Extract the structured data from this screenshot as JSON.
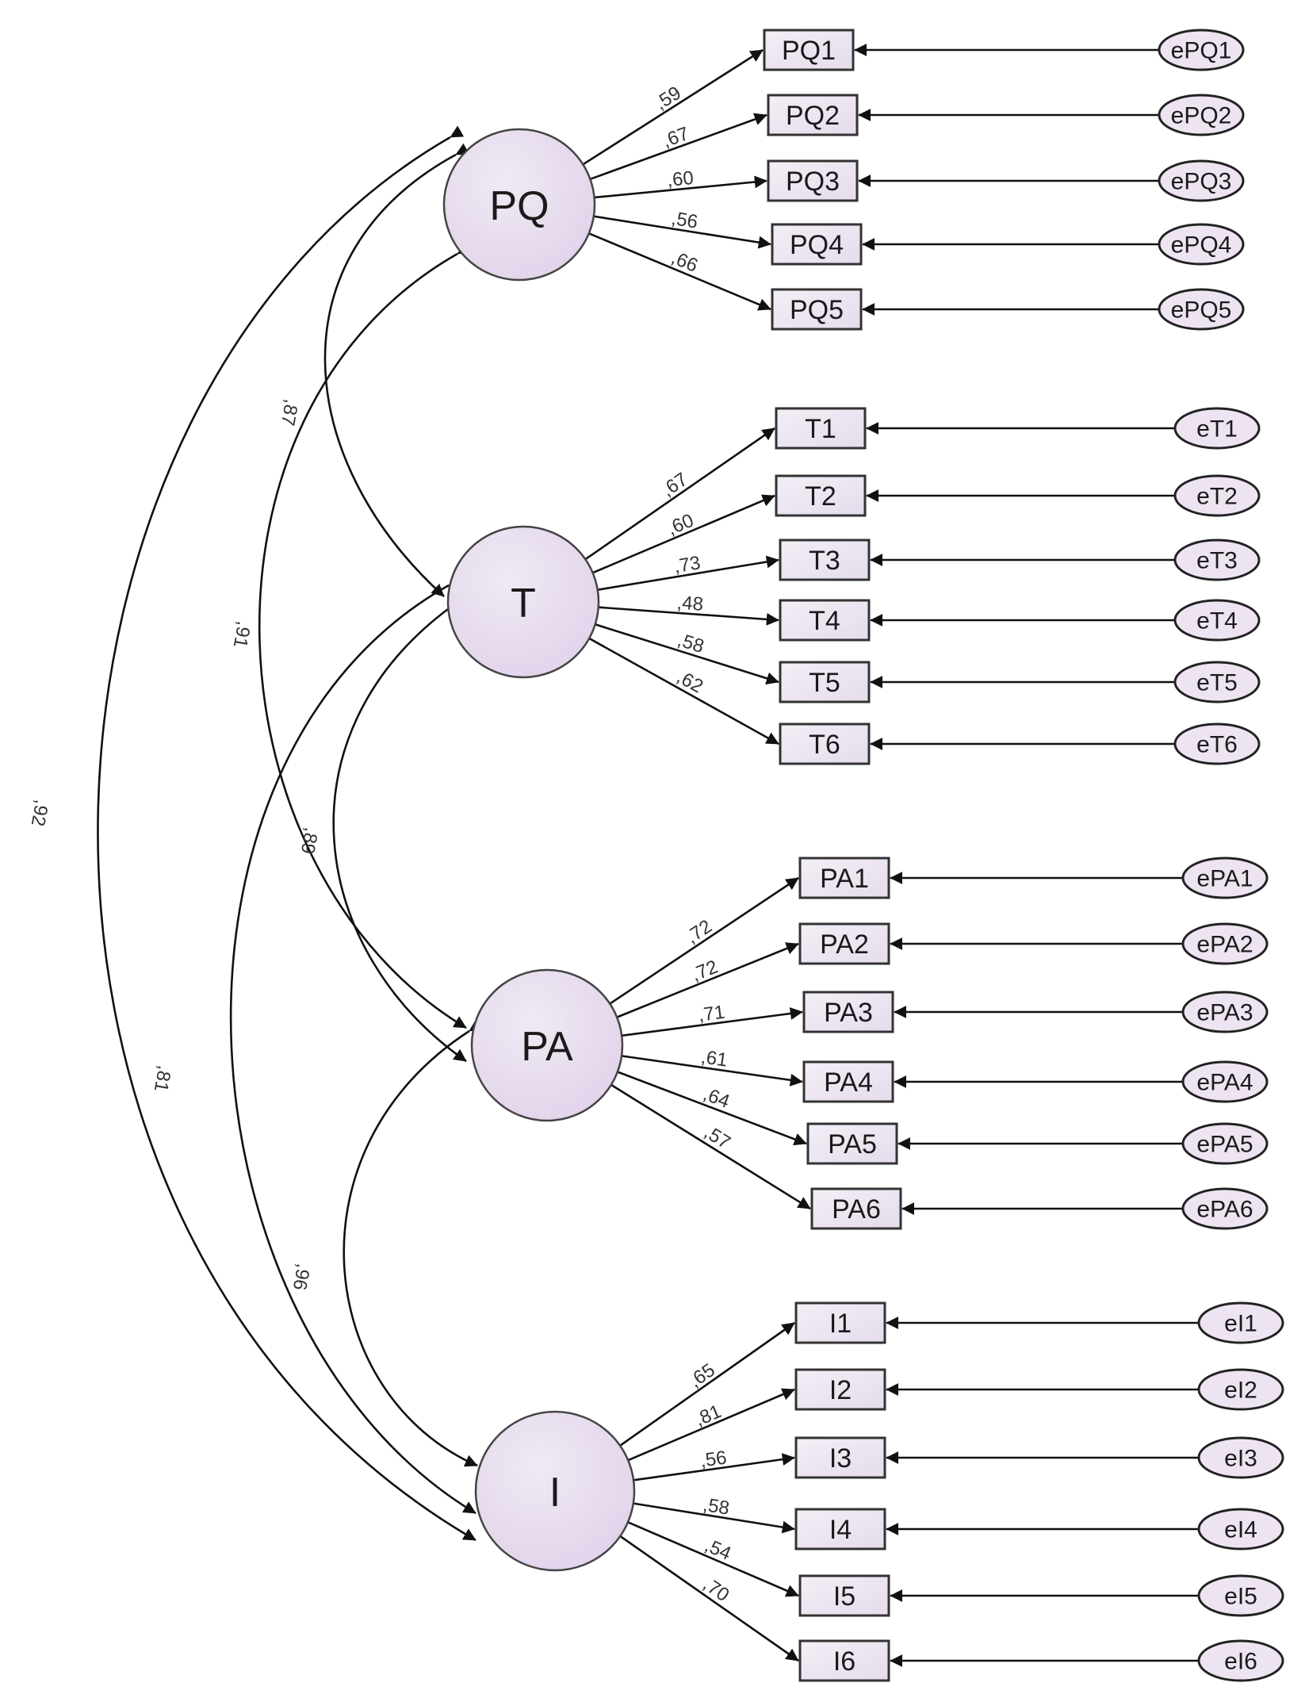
{
  "latents": [
    {
      "id": "PQ",
      "label": "PQ"
    },
    {
      "id": "T",
      "label": "T"
    },
    {
      "id": "PA",
      "label": "PA"
    },
    {
      "id": "I",
      "label": "I"
    }
  ],
  "indicators": [
    {
      "id": "PQ1",
      "label": "PQ1",
      "latent": "PQ",
      "loading": ",59",
      "error": "ePQ1"
    },
    {
      "id": "PQ2",
      "label": "PQ2",
      "latent": "PQ",
      "loading": ",67",
      "error": "ePQ2"
    },
    {
      "id": "PQ3",
      "label": "PQ3",
      "latent": "PQ",
      "loading": ",60",
      "error": "ePQ3"
    },
    {
      "id": "PQ4",
      "label": "PQ4",
      "latent": "PQ",
      "loading": ",56",
      "error": "ePQ4"
    },
    {
      "id": "PQ5",
      "label": "PQ5",
      "latent": "PQ",
      "loading": ",66",
      "error": "ePQ5"
    },
    {
      "id": "T1",
      "label": "T1",
      "latent": "T",
      "loading": ",67",
      "error": "eT1"
    },
    {
      "id": "T2",
      "label": "T2",
      "latent": "T",
      "loading": ",60",
      "error": "eT2"
    },
    {
      "id": "T3",
      "label": "T3",
      "latent": "T",
      "loading": ",73",
      "error": "eT3"
    },
    {
      "id": "T4",
      "label": "T4",
      "latent": "T",
      "loading": ",48",
      "error": "eT4"
    },
    {
      "id": "T5",
      "label": "T5",
      "latent": "T",
      "loading": ",58",
      "error": "eT5"
    },
    {
      "id": "T6",
      "label": "T6",
      "latent": "T",
      "loading": ",62",
      "error": "eT6"
    },
    {
      "id": "PA1",
      "label": "PA1",
      "latent": "PA",
      "loading": ",72",
      "error": "ePA1"
    },
    {
      "id": "PA2",
      "label": "PA2",
      "latent": "PA",
      "loading": ",72",
      "error": "ePA2"
    },
    {
      "id": "PA3",
      "label": "PA3",
      "latent": "PA",
      "loading": ",71",
      "error": "ePA3"
    },
    {
      "id": "PA4",
      "label": "PA4",
      "latent": "PA",
      "loading": ",61",
      "error": "ePA4"
    },
    {
      "id": "PA5",
      "label": "PA5",
      "latent": "PA",
      "loading": ",64",
      "error": "ePA5"
    },
    {
      "id": "PA6",
      "label": "PA6",
      "latent": "PA",
      "loading": ",57",
      "error": "ePA6"
    },
    {
      "id": "I1",
      "label": "I1",
      "latent": "I",
      "loading": ",65",
      "error": "eI1"
    },
    {
      "id": "I2",
      "label": "I2",
      "latent": "I",
      "loading": ",81",
      "error": "eI2"
    },
    {
      "id": "I3",
      "label": "I3",
      "latent": "I",
      "loading": ",56",
      "error": "eI3"
    },
    {
      "id": "I4",
      "label": "I4",
      "latent": "I",
      "loading": ",58",
      "error": "eI4"
    },
    {
      "id": "I5",
      "label": "I5",
      "latent": "I",
      "loading": ",54",
      "error": "eI5"
    },
    {
      "id": "I6",
      "label": "I6",
      "latent": "I",
      "loading": ",70",
      "error": "eI6"
    }
  ],
  "covariances": [
    {
      "from": "PQ",
      "to": "T",
      "value": ",87"
    },
    {
      "from": "PQ",
      "to": "PA",
      "value": ",91"
    },
    {
      "from": "PQ",
      "to": "I",
      "value": ",92"
    },
    {
      "from": "T",
      "to": "PA",
      "value": ",89"
    },
    {
      "from": "T",
      "to": "I",
      "value": ",81"
    },
    {
      "from": "PA",
      "to": "I",
      "value": ",96"
    }
  ],
  "colors": {
    "latent_fill_light": "#efeaf3",
    "latent_fill_dark": "#e2d3eb",
    "indicator_fill": "#efe7f3",
    "error_fill": "#eee4f1",
    "stroke": "#111111"
  }
}
